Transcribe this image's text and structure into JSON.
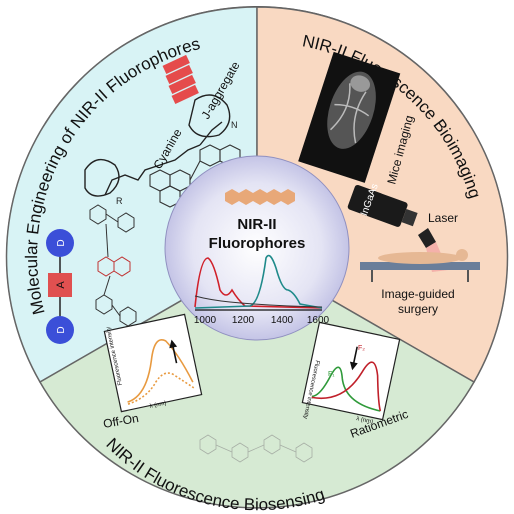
{
  "sections": {
    "top_left": {
      "title": "Molecular Engineering of NIR-II Fluorophores",
      "labels": {
        "cyanine": "Cyanine",
        "j_aggregate": "J-aggregate",
        "donor_top": "D",
        "acceptor": "A",
        "donor_bottom": "D",
        "r_top": "N",
        "r_bottom": "R"
      },
      "color": "#d8f3f5"
    },
    "top_right": {
      "title": "NIR-II Fluorescence Bioimaging",
      "labels": {
        "mice_imaging": "Mice imaging",
        "detector": "InGaAs",
        "laser": "Laser",
        "image_guided_line1": "Image-guided",
        "image_guided_line2": "surgery"
      },
      "color": "#f9d9c2"
    },
    "bottom": {
      "title": "NIR-II Fluorescence Biosensing",
      "left_panel": {
        "ylabel": "Fluorescence intensity",
        "xlabel": "λ (nm)",
        "caption": "Off-On"
      },
      "right_panel": {
        "ylabel": "Fluorescence intensity",
        "xlabel": "λ (nm)",
        "caption": "Ratiometric",
        "peak1": "F₁",
        "peak2": "F₂"
      },
      "color": "#d6ead3"
    }
  },
  "center": {
    "title_line1": "NIR-II",
    "title_line2": "Fluorophores",
    "axis_ticks": [
      "1000",
      "1200",
      "1400",
      "1600"
    ],
    "series_colors": {
      "red": "#d0202a",
      "teal": "#1f8a8a"
    },
    "hexagon_color": "#e8a878"
  }
}
